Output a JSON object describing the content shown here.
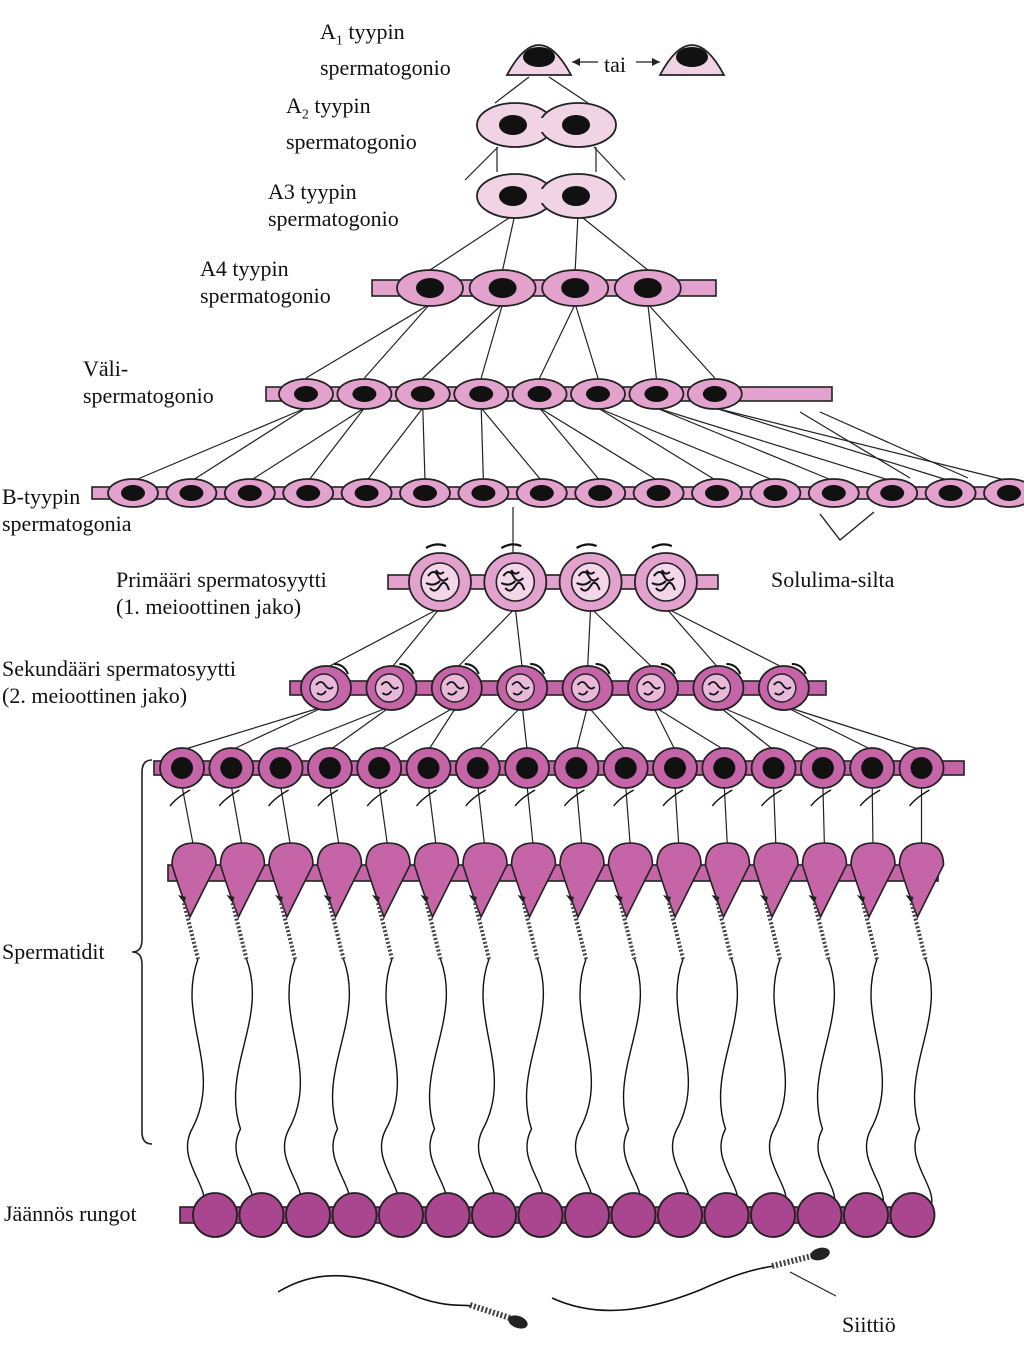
{
  "labels": {
    "a1_pre": "A",
    "a1_sub": "1",
    "a1_post": " tyypin",
    "a1_line2": "spermatogonio",
    "tai": "tai",
    "a2_pre": "A",
    "a2_sub": "2",
    "a2_post": " tyypin",
    "a2_line2": "spermatogonio",
    "a3_line1": "A3 tyypin",
    "a3_line2": "spermatogonio",
    "a4_line1": "A4 tyypin",
    "a4_line2": "spermatogonio",
    "vali_line1": "Väli-",
    "vali_line2": "spermatogonio",
    "b_line1": "B-tyypin",
    "b_line2": "spermatogonia",
    "prim_line1": "Primääri spermatosyytti",
    "prim_line2": "(1. meioottinen jako)",
    "sek_line1": "Sekundääri spermatosyytti",
    "sek_line2": "(2. meioottinen jako)",
    "solulima": "Solulima-silta",
    "spermatidit": "Spermatidit",
    "jaannos": "Jäännös rungot",
    "siittio": "Siittiö"
  },
  "colors": {
    "pale_pink": "#f1d3e6",
    "pink": "#e2a2cd",
    "magenta": "#c565a8",
    "deep_magenta": "#a9468f",
    "nucleus": "#111111"
  }
}
